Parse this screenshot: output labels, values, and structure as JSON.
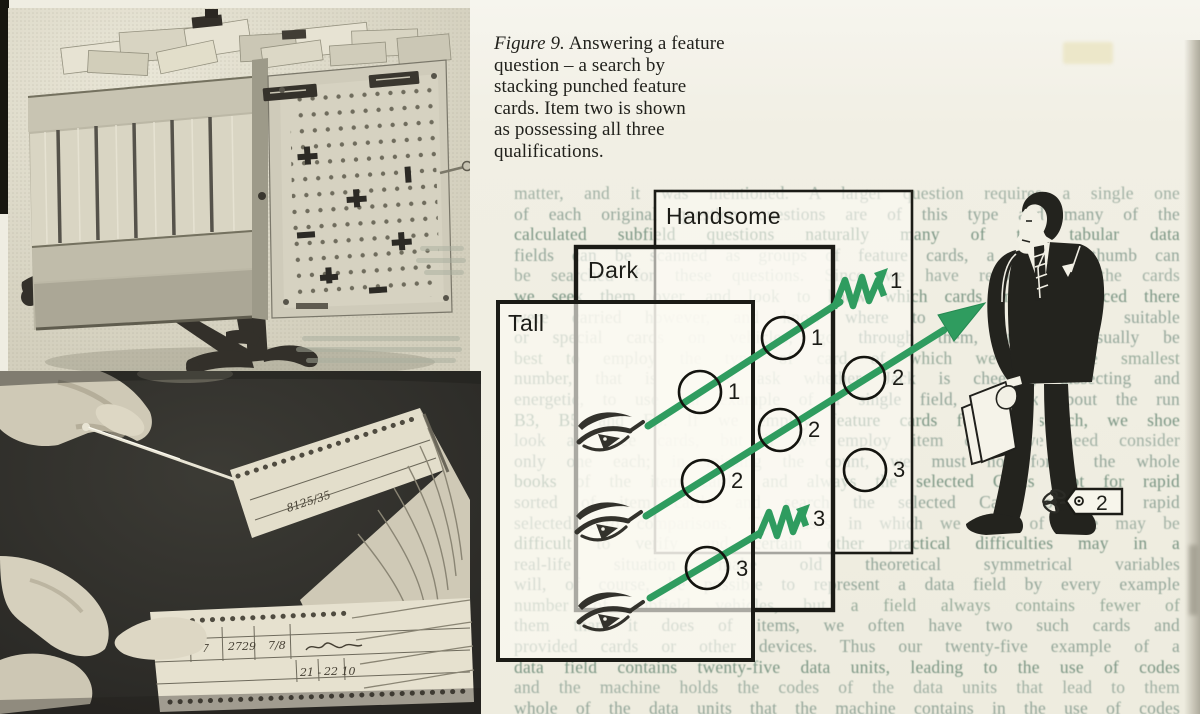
{
  "page": {
    "background": "#efede2",
    "accent_green": "#2f9c5f",
    "ink": "#1c1c17"
  },
  "caption": {
    "figure_label": "Figure 9.",
    "text": " Answering a feature\nquestion – a search by\nstacking punched feature\ncards. Item two is shown\nas possessing all three\nqualifications."
  },
  "diagram": {
    "cards": [
      {
        "id": "tall",
        "label": "Tall"
      },
      {
        "id": "dark",
        "label": "Dark"
      },
      {
        "id": "handsome",
        "label": "Handsome"
      }
    ],
    "hole_labels": {
      "tall": {
        "n1": "1",
        "n2": "2",
        "n3": "3"
      },
      "dark": {
        "n1": "1",
        "n2": "2",
        "n3": "3"
      },
      "handsome": {
        "n1": "1",
        "n2": "2",
        "n3": "3"
      }
    },
    "tag_label": "2",
    "arrow_color": "#2f9c5f"
  },
  "bleed_text": {
    "lines": [
      "matter, and it was mentioned. A larger question requires a single one",
      "of each original question questions are of this type and many of the",
      "calculated subfield questions naturally many of the tabular data",
      "fields can be scanned as groups of feature cards, a rule of thumb can",
      "be searched for these questions. Since we have recorded all the cards",
      "we seek them over, and look to know which cards may be placed there",
      "were carried however, and know where to go to find the suitable",
      "or special cards on vehicles, go through them, it will usually be",
      "best to employ the type of card of which we need the smallest",
      "number, that is if we ask whether Jack is cheerful, dissecting and",
      "energetic, to use our example of a single field, we ask about the run",
      "B3, B5 and E3. If we employ feature cards for the search, we shoe",
      "look at three cards, but if we employ item cards we need consider",
      "only one each; in missing the count, we must not forget the whole",
      "books of the item cards, and always the selected Cards kept for rapid",
      "sorted of item cards and search the selected Cards over for rapid",
      "selected card comparisons. The cases in which we most of these may be",
      "difficult to verify and certain other practical difficulties may in a",
      "real-life situation make old theoretical symmetrical variables",
      "will, of course, be possible to represent a data field by every example",
      "number of subfield vehicles, but a field always contains fewer of",
      "them than it does of items, we often have two such cards and",
      "provided cards or other devices. Thus our twenty-five example of a",
      "data field contains twenty-five data units, leading to the use of codes",
      "and the machine holds the codes of the data units that lead to them",
      "whole of the data units that the machine contains in the use of codes"
    ]
  },
  "photos": {
    "top": {
      "subject": "punched-feature-card selector machine on cast-iron stand"
    },
    "bottom": {
      "subject": "hands needle-sorting a deck of edge-punched cards",
      "handwriting": {
        "w1": "8125/35",
        "w2": "35",
        "w3": "7",
        "w4": "2729",
        "w5": "7/8",
        "w6": "21 -",
        "w7": "22 10"
      }
    }
  }
}
